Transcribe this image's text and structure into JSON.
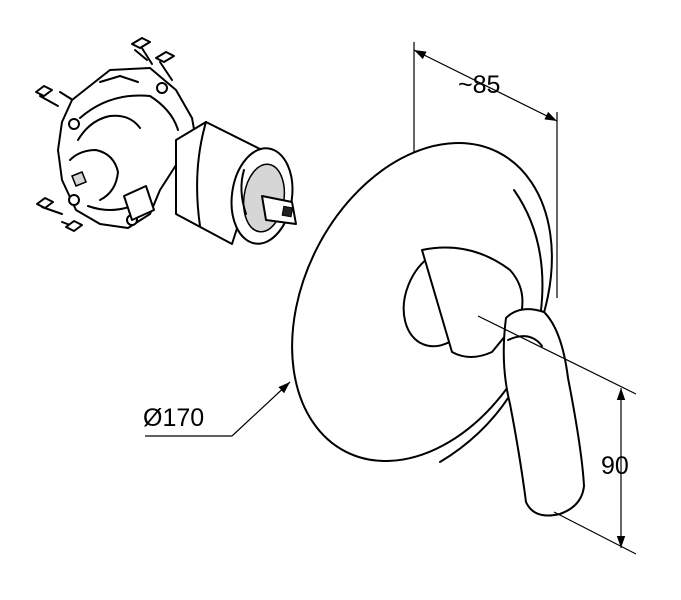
{
  "dimensions": {
    "depth": "~85",
    "diameter": "Ø170",
    "height": "90"
  }
}
